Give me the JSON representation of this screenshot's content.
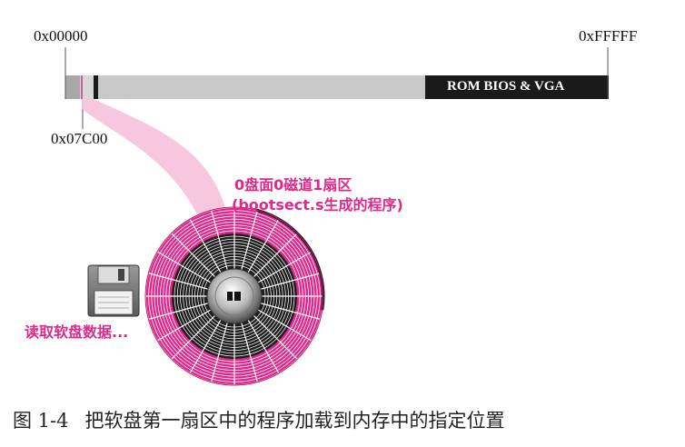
{
  "memory_map": {
    "start_address": "0x00000",
    "end_address": "0xFFFFF",
    "load_address": "0x07C00",
    "rom_label": "ROM BIOS & VGA"
  },
  "disk_callout": {
    "line1": "0盘面0磁道1扇区",
    "line2": "(bootsect.s生成的程序)"
  },
  "floppy_label": "读取软盘数据...",
  "caption": {
    "figure_number": "图 1-4",
    "text": "把软盘第一扇区中的程序加载到内存中的指定位置"
  },
  "colors": {
    "magenta": "#e0288a",
    "pink": "#f7c4dd",
    "bar_gray": "#c8c8c8",
    "rom_black": "#1a1a1a"
  },
  "icons": [
    "floppy-disk-icon",
    "disk-platter-icon"
  ]
}
